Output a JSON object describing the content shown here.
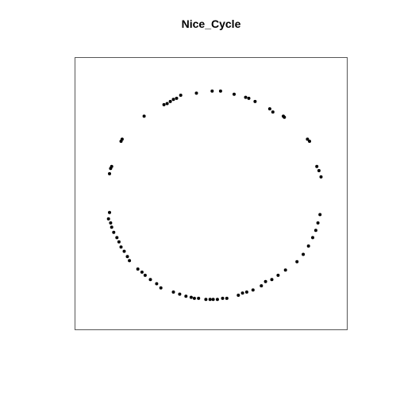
{
  "chart_data": {
    "type": "scatter",
    "title": "Nice_Cycle",
    "xlabel": "",
    "ylabel": "",
    "axes_shown": false,
    "grid": false,
    "legend": "none",
    "point_color": "#000000",
    "xlim": [
      -1.3,
      1.3
    ],
    "ylim": [
      -1.3,
      1.3
    ],
    "series": [
      {
        "points": [
          [
            -0.14,
            0.96
          ],
          [
            0.01,
            0.98
          ],
          [
            0.09,
            0.98
          ],
          [
            0.22,
            0.95
          ],
          [
            0.33,
            0.92
          ],
          [
            0.36,
            0.91
          ],
          [
            0.42,
            0.88
          ],
          [
            0.56,
            0.81
          ],
          [
            0.59,
            0.78
          ],
          [
            0.69,
            0.74
          ],
          [
            0.7,
            0.73
          ],
          [
            -0.29,
            0.94
          ],
          [
            -0.33,
            0.91
          ],
          [
            -0.36,
            0.9
          ],
          [
            -0.39,
            0.88
          ],
          [
            -0.42,
            0.86
          ],
          [
            -0.45,
            0.85
          ],
          [
            -0.64,
            0.74
          ],
          [
            -0.85,
            0.52
          ],
          [
            -0.86,
            0.5
          ],
          [
            -0.95,
            0.26
          ],
          [
            -0.96,
            0.24
          ],
          [
            -0.97,
            0.19
          ],
          [
            0.92,
            0.52
          ],
          [
            0.94,
            0.5
          ],
          [
            1.01,
            0.26
          ],
          [
            1.03,
            0.22
          ],
          [
            1.05,
            0.16
          ],
          [
            -0.97,
            -0.18
          ],
          [
            -0.98,
            -0.24
          ],
          [
            -0.96,
            -0.28
          ],
          [
            -0.95,
            -0.32
          ],
          [
            -0.93,
            -0.37
          ],
          [
            -0.9,
            -0.42
          ],
          [
            -0.88,
            -0.46
          ],
          [
            -0.86,
            -0.51
          ],
          [
            -0.83,
            -0.55
          ],
          [
            -0.8,
            -0.6
          ],
          [
            -0.78,
            -0.64
          ],
          [
            1.04,
            -0.2
          ],
          [
            1.02,
            -0.28
          ],
          [
            1.0,
            -0.35
          ],
          [
            0.97,
            -0.42
          ],
          [
            0.93,
            -0.5
          ],
          [
            0.88,
            -0.58
          ],
          [
            -0.7,
            -0.72
          ],
          [
            -0.66,
            -0.75
          ],
          [
            -0.63,
            -0.78
          ],
          [
            -0.58,
            -0.82
          ],
          [
            -0.52,
            -0.86
          ],
          [
            -0.48,
            -0.9
          ],
          [
            -0.36,
            -0.94
          ],
          [
            -0.3,
            -0.96
          ],
          [
            -0.24,
            -0.98
          ],
          [
            -0.19,
            -0.99
          ],
          [
            -0.16,
            -1.0
          ],
          [
            -0.12,
            -1.0
          ],
          [
            -0.05,
            -1.01
          ],
          [
            -0.01,
            -1.01
          ],
          [
            0.02,
            -1.01
          ],
          [
            0.06,
            -1.01
          ],
          [
            0.11,
            -1.0
          ],
          [
            0.15,
            -1.0
          ],
          [
            0.26,
            -0.97
          ],
          [
            0.3,
            -0.95
          ],
          [
            0.34,
            -0.94
          ],
          [
            0.4,
            -0.92
          ],
          [
            0.48,
            -0.88
          ],
          [
            0.52,
            -0.84
          ],
          [
            0.58,
            -0.82
          ],
          [
            0.64,
            -0.78
          ],
          [
            0.71,
            -0.73
          ],
          [
            0.82,
            -0.65
          ]
        ]
      }
    ]
  }
}
